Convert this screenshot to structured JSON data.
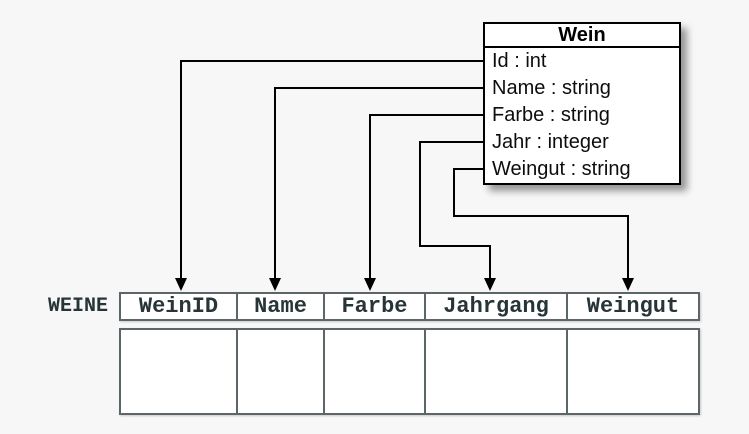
{
  "page": {
    "background_color": "#f7f7f7",
    "line_color": "#000000",
    "table_border_color": "#5c6669",
    "table_text_color": "#273539"
  },
  "class_box": {
    "title": "Wein",
    "attributes": [
      "Id : int",
      "Name : string",
      "Farbe : string",
      "Jahr : integer",
      "Weingut : string"
    ]
  },
  "table": {
    "label": "WEINE",
    "columns": [
      "WeinID",
      "Name",
      "Farbe",
      "Jahrgang",
      "Weingut"
    ],
    "body_row_count": 1
  },
  "mappings": [
    {
      "from": "Id",
      "to": "WeinID"
    },
    {
      "from": "Name",
      "to": "Name"
    },
    {
      "from": "Farbe",
      "to": "Farbe"
    },
    {
      "from": "Jahr",
      "to": "Jahrgang"
    },
    {
      "from": "Weingut",
      "to": "Weingut"
    }
  ]
}
